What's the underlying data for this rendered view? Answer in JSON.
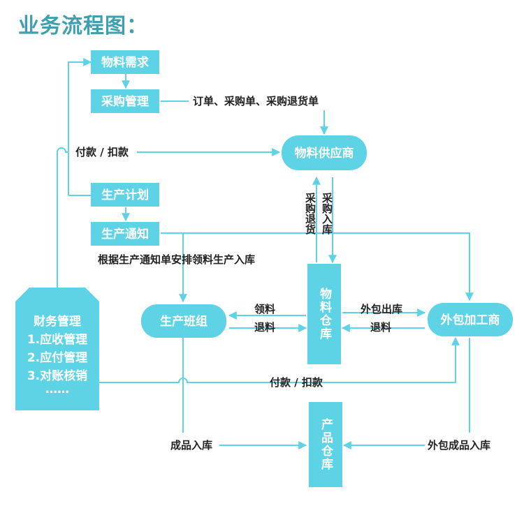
{
  "title": "业务流程图：",
  "nodes": {
    "material_demand": "物料需求",
    "purchase_mgmt": "采购管理",
    "supplier": "物料供应商",
    "prod_plan": "生产计划",
    "prod_notice": "生产通知",
    "prod_team": "生产班组",
    "material_warehouse": "物料仓库",
    "outsource": "外包加工商",
    "product_warehouse": "产品仓库",
    "finance": {
      "title": "财务管理",
      "items": [
        "1.应收管理",
        "2.应付管理",
        "3.对账核销",
        "……"
      ]
    }
  },
  "labels": {
    "orders": "订单、采购单、采购退货单",
    "payment_top": "付款 / 扣款",
    "purchase_return": "采购退货",
    "purchase_in": "采购入库",
    "notice_desc": "根据生产通知单安排领料生产入库",
    "pick": "领料",
    "return_material_left": "退料",
    "outsource_out": "外包出库",
    "return_material_right": "退料",
    "payment_bottom": "付款 / 扣款",
    "product_in": "成品入库",
    "outsource_product_in": "外包成品入库"
  },
  "colors": {
    "node": "#5fd3e6",
    "title": "#3e9fb0",
    "text": "#222222"
  }
}
